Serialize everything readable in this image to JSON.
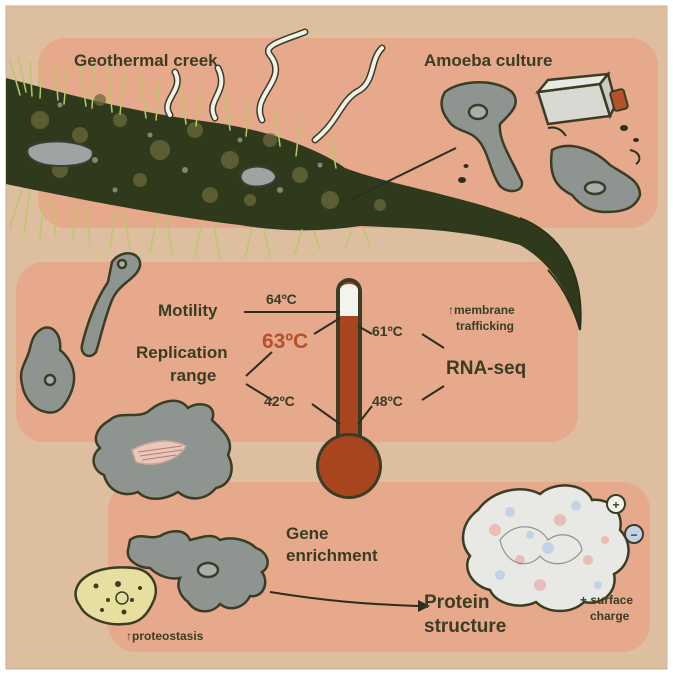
{
  "colors": {
    "background": "#ddbfa0",
    "panel": "#e6a98c",
    "creek": "#2f3a1d",
    "grass": "#b9c96a",
    "amoeba": "#8e9590",
    "thermo_red": "#a8451f",
    "text": "#3a3d24",
    "highlight": "#b5522a"
  },
  "labels": {
    "geothermal_creek": "Geothermal creek",
    "amoeba_culture": "Amoeba culture",
    "motility": "Motility",
    "replication_1": "Replication",
    "replication_2": "range",
    "rna_seq": "RNA-seq",
    "membrane_1": "↑membrane",
    "membrane_2": "trafficking",
    "gene_1": "Gene",
    "gene_2": "enrichment",
    "protein_1": "Protein",
    "protein_2": "structure",
    "surface_1": "+ surface",
    "surface_2": "charge",
    "proteostasis": "↑proteostasis",
    "plus": "+",
    "minus": "−"
  },
  "temps": {
    "t64": "64ºC",
    "t63": "63ºC",
    "t61": "61ºC",
    "t42": "42ºC",
    "t48": "48ºC"
  }
}
